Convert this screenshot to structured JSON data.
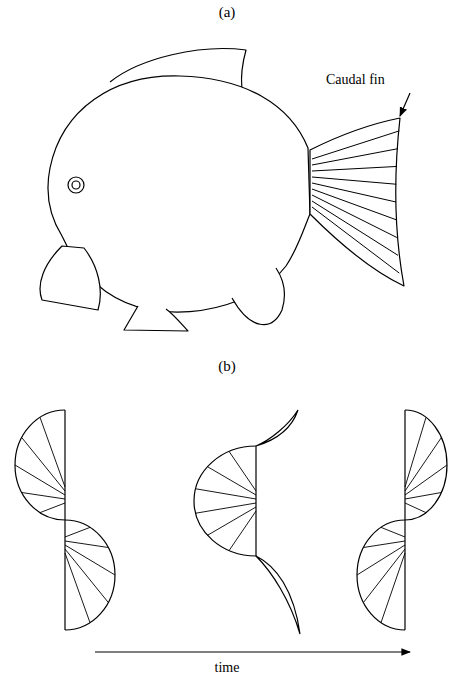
{
  "diagram": {
    "labels": [
      "(a)",
      "Caudal fin",
      "(b)",
      "time"
    ]
  }
}
